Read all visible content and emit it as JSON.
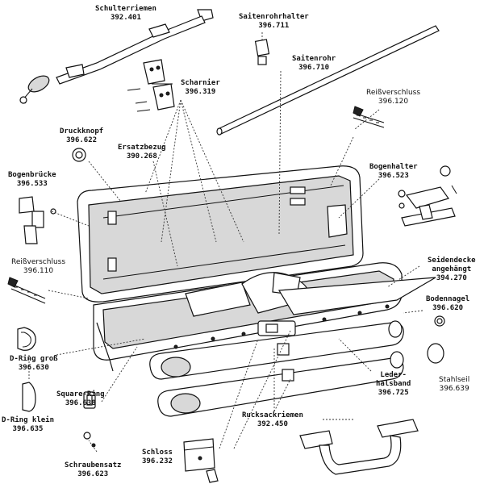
{
  "labels": {
    "schulterriemen": {
      "name": "Schulterriemen",
      "num": "392.401"
    },
    "saitenrohrhalter": {
      "name": "Saitenrohrhalter",
      "num": "396.711"
    },
    "scharnier": {
      "name": "Scharnier",
      "num": "396.319"
    },
    "saitenrohr": {
      "name": "Saitenrohr",
      "num": "396.710"
    },
    "reissverschluss_top": {
      "name": "Reißverschluss",
      "num": "396.120"
    },
    "druckknopf": {
      "name": "Druckknopf",
      "num": "396.622"
    },
    "ersatzbezug": {
      "name": "Ersatzbezug",
      "num": "390.268"
    },
    "bogenhalter": {
      "name": "Bogenhalter",
      "num": "396.523"
    },
    "bogenbruecke": {
      "name": "Bogenbrücke",
      "num": "396.533"
    },
    "reissverschluss_left": {
      "name": "Reißverschluss",
      "num": "396.110"
    },
    "seidendecke": {
      "name": "Seidendecke",
      "name2": "angehängt",
      "num": "394.270"
    },
    "bodennagel": {
      "name": "Bodennagel",
      "num": "396.620"
    },
    "dring_gross": {
      "name": "D-Ring groß",
      "num": "396.630"
    },
    "stahlseil": {
      "name": "Stahlseil",
      "num": "396.639"
    },
    "lederhalsband": {
      "name": "Leder-",
      "name2": "halsband",
      "num": "396.725"
    },
    "square_ring": {
      "name": "Square-Ring",
      "num": "396.638"
    },
    "dring_klein": {
      "name": "D-Ring klein",
      "num": "396.635"
    },
    "rucksackriemen": {
      "name": "Rucksackriemen",
      "num": "392.450"
    },
    "schloss": {
      "name": "Schloss",
      "num": "396.232"
    },
    "schraubensatz": {
      "name": "Schraubensatz",
      "num": "396.623"
    }
  }
}
